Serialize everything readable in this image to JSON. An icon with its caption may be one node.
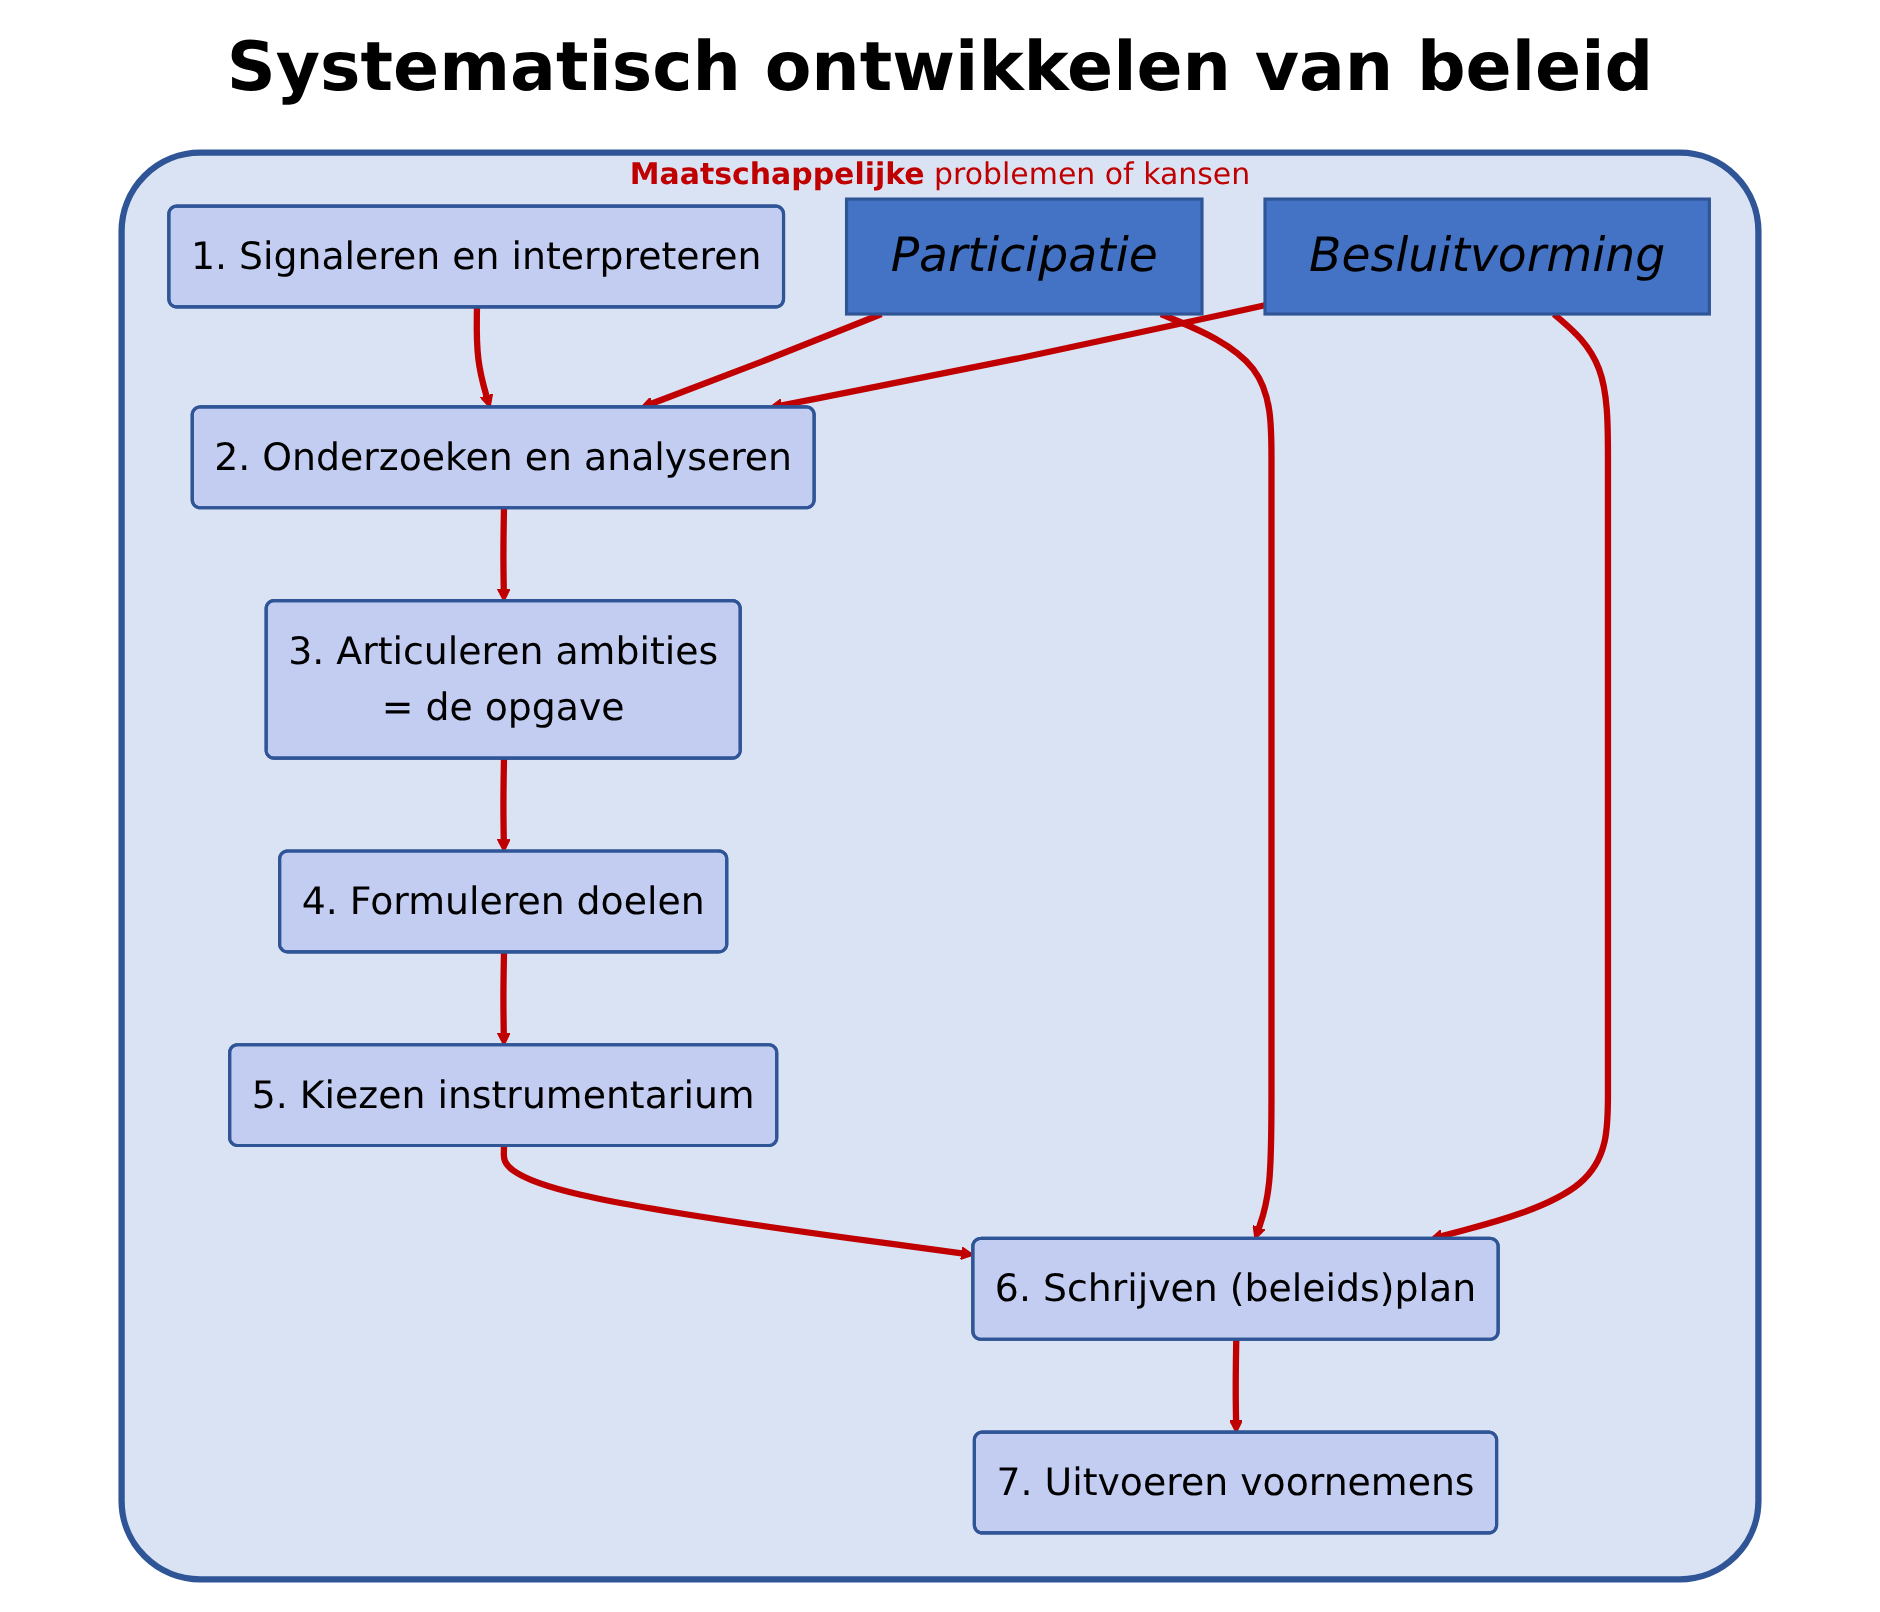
{
  "diagram": {
    "title": "Systematisch ontwikkelen van beleid",
    "nodes": [
      {
        "text": [
          "**Maatschappelijke** problemen of kansen"
        ]
      },
      {
        "text": [
          "1. Signaleren en interpreteren"
        ],
        "in": 0
      },
      {
        "text": [
          "2. Onderzoeken en analyseren"
        ],
        "in": 0
      },
      {
        "text": [
          "3. Articuleren ambities",
          "= de opgave"
        ],
        "in": 0
      },
      {
        "text": [
          "4. Formuleren doelen"
        ],
        "in": 0
      },
      {
        "text": [
          "5. Kiezen instrumentarium"
        ],
        "in": 0
      },
      {
        "text": [
          "6. Schrijven (beleids)plan"
        ],
        "in": 0
      },
      {
        "text": [
          "7. Uitvoeren voornemens"
        ],
        "in": 0
      },
      {
        "text": [
          "Participatie"
        ],
        "in": 0
      },
      {
        "text": [
          "Besluitvorming"
        ],
        "in": 0
      }
    ],
    "edges": [
      {
        "from": 1,
        "to": 2,
        "arrow": "to"
      },
      {
        "from": 2,
        "to": 3,
        "arrow": "to"
      },
      {
        "from": 3,
        "to": 4,
        "arrow": "to"
      },
      {
        "from": 4,
        "to": 5,
        "arrow": "to"
      },
      {
        "from": 5,
        "to": 6,
        "arrow": "to"
      },
      {
        "from": 6,
        "to": 7,
        "arrow": "to"
      },
      {
        "from": 8,
        "to": 2,
        "arrow": "to"
      },
      {
        "from": 8,
        "to": 6,
        "arrow": "to"
      },
      {
        "from": 9,
        "to": 2,
        "arrow": "to"
      },
      {
        "from": 9,
        "to": 6,
        "arrow": "to"
      }
    ]
  }
}
